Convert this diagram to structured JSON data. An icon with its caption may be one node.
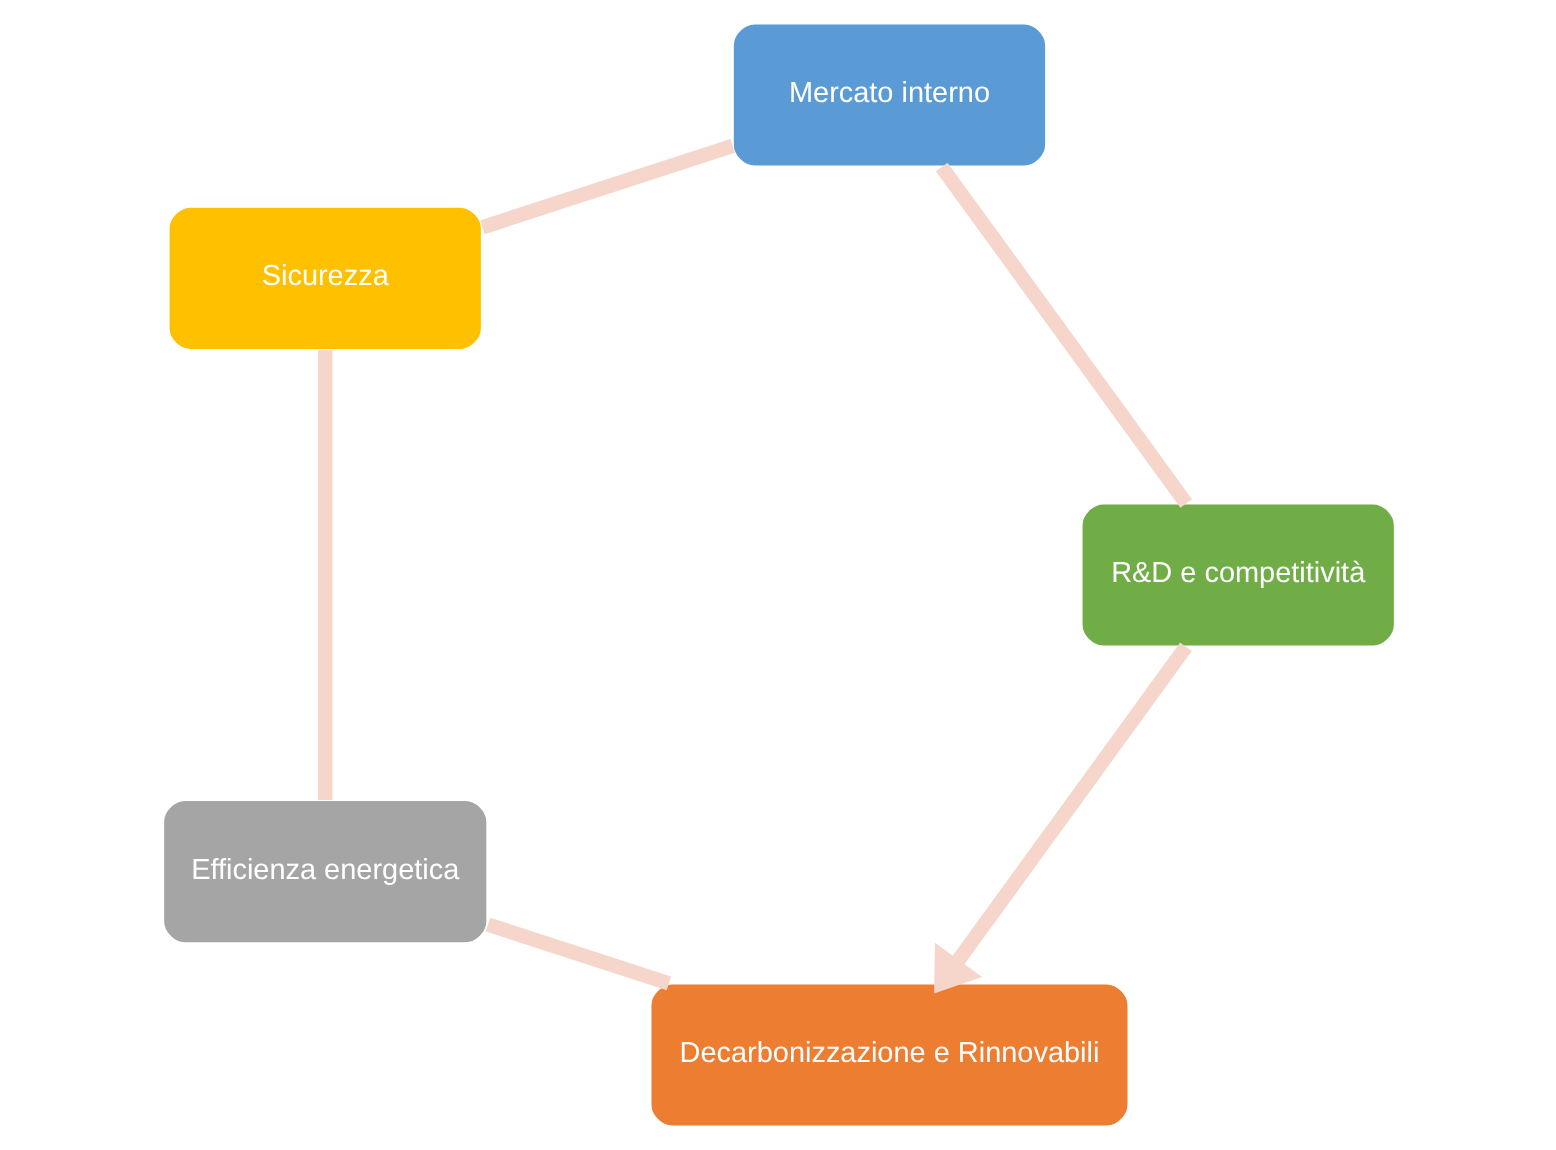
{
  "diagram": {
    "nodes": [
      {
        "text": [
          "Decarbonizzazione e Rinnovabili"
        ]
      },
      {
        "text": [
          "Efficienza energetica"
        ]
      },
      {
        "text": [
          "Sicurezza"
        ]
      },
      {
        "text": [
          "Mercato interno"
        ]
      },
      {
        "text": [
          "R&D e competitività"
        ]
      }
    ],
    "edges": [
      {
        "from": 0,
        "to": 1,
        "arrow": "none"
      },
      {
        "from": 1,
        "to": 2,
        "arrow": "none"
      },
      {
        "from": 2,
        "to": 3,
        "arrow": "none"
      },
      {
        "from": 3,
        "to": 4,
        "arrow": "none"
      },
      {
        "from": 4,
        "to": 0,
        "arrow": "to"
      }
    ]
  }
}
